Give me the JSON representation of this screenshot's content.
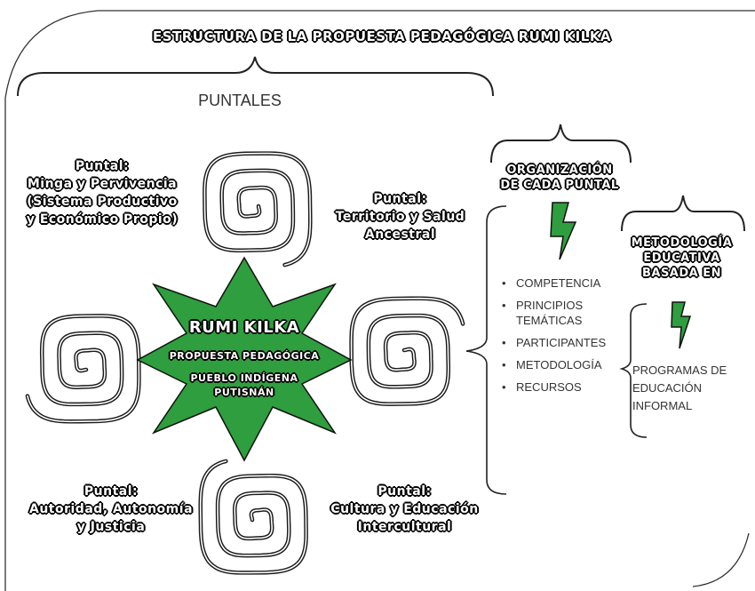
{
  "title": "ESTRUCTURA DE LA PROPUESTA PEDAGÓGICA RUMI KILKA",
  "puntales_heading": "PUNTALES",
  "puntales": [
    {
      "label": "Puntal:",
      "lines": [
        "Minga y Pervivencia",
        "(Sistema Productivo",
        "y Económico Propio)"
      ]
    },
    {
      "label": "Puntal:",
      "lines": [
        "Territorio y Salud",
        "Ancestral"
      ]
    },
    {
      "label": "Puntal:",
      "lines": [
        "Autoridad, Autonomía",
        "y Justicia"
      ]
    },
    {
      "label": "Puntal:",
      "lines": [
        "Cultura y Educación",
        "Intercultural"
      ]
    }
  ],
  "center": {
    "title": "RUMI KILKA",
    "subtitle": "PROPUESTA PEDAGÓGICA",
    "community_lines": [
      "PUEBLO INDÍGENA",
      "PUTISNÁN"
    ],
    "star_color": "#2e9e3e"
  },
  "organizacion": {
    "heading_lines": [
      "ORGANIZACIÓN",
      "DE CADA PUNTAL"
    ],
    "items": [
      "COMPETENCIA",
      "PRINCIPIOS TEMÁTICAS",
      "PARTICIPANTES",
      "METODOLOGÍA",
      "RECURSOS"
    ]
  },
  "metodologia": {
    "heading_lines": [
      "METODOLOGÍA",
      "EDUCATIVA",
      "BASADA EN"
    ],
    "items_lines": [
      "PROGRAMAS DE",
      "EDUCACIÓN",
      "INFORMAL"
    ]
  },
  "colors": {
    "accent_green": "#2e9e3e",
    "outline": "#1a1a1a"
  },
  "icons": [
    "lightning-bolt-icon",
    "spiral-icon",
    "star-icon"
  ]
}
